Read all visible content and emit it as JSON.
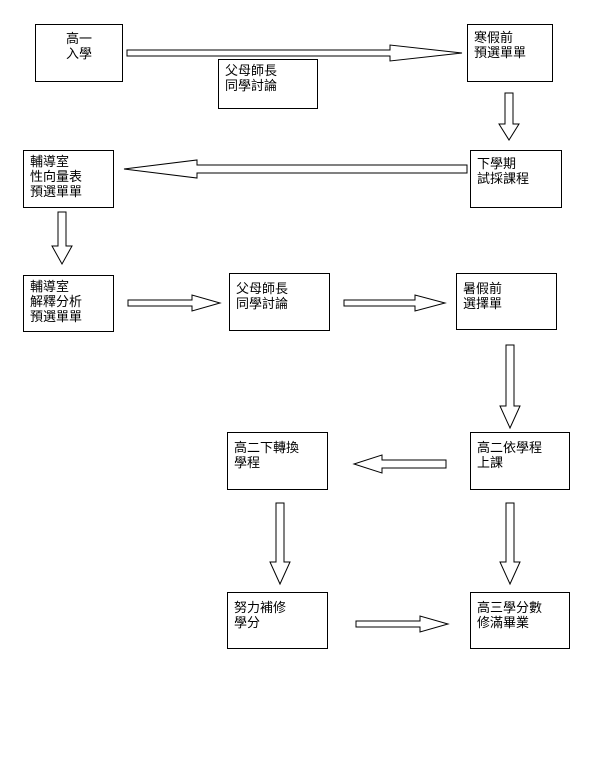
{
  "nodes": [
    {
      "id": "n1",
      "lines": [
        "高一",
        "入學"
      ]
    },
    {
      "id": "n2",
      "lines": [
        "父母師長",
        "同學討論"
      ]
    },
    {
      "id": "n3",
      "lines": [
        "寒假前",
        "預選單單"
      ]
    },
    {
      "id": "n4",
      "lines": [
        "下學期",
        "試採課程"
      ]
    },
    {
      "id": "n5",
      "lines": [
        "輔導室",
        "性向量表",
        "預選單單"
      ]
    },
    {
      "id": "n6",
      "lines": [
        "輔導室",
        "解釋分析",
        "預選單單"
      ]
    },
    {
      "id": "n7",
      "lines": [
        "父母師長",
        "同學討論"
      ]
    },
    {
      "id": "n8",
      "lines": [
        "暑假前",
        "選擇單"
      ]
    },
    {
      "id": "n9",
      "lines": [
        "高二依學程",
        "上課"
      ]
    },
    {
      "id": "n10",
      "lines": [
        "高二下轉換",
        "學程"
      ]
    },
    {
      "id": "n11",
      "lines": [
        "努力補修",
        "學分"
      ]
    },
    {
      "id": "n12",
      "lines": [
        "高三學分數",
        "修滿畢業"
      ]
    }
  ]
}
